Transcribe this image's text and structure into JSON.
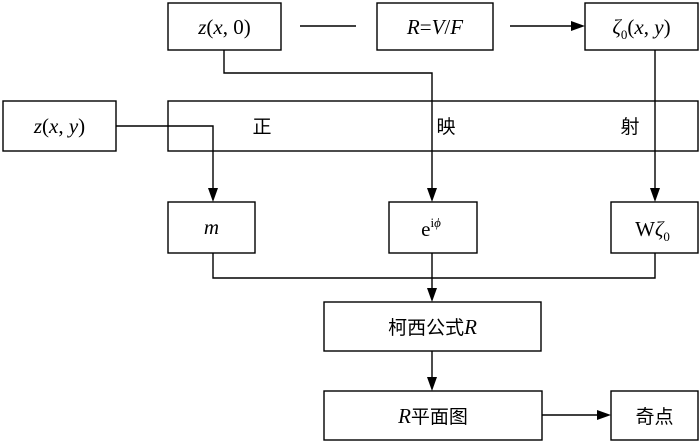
{
  "nodes": {
    "z_x0": {
      "parts": [
        "z",
        "(",
        "x",
        ", 0)"
      ]
    },
    "R_VF": {
      "parts": [
        "R",
        "=",
        "V",
        "/",
        "F"
      ]
    },
    "zeta0": {
      "parts": [
        "ζ",
        "0",
        "(",
        "x",
        ", ",
        "y",
        ")"
      ]
    },
    "z_xy": {
      "parts": [
        "z",
        "(",
        "x",
        ", ",
        "y",
        ")"
      ]
    },
    "forward_mapping": {
      "chars": [
        "正",
        "映",
        "射"
      ]
    },
    "m": {
      "label": "m"
    },
    "e_iphi": {
      "base": "e",
      "sup_i": "i",
      "sup_phi": "ϕ"
    },
    "W_zeta": {
      "base": "W",
      "zeta": "ζ",
      "sub": "0"
    },
    "cauchy": {
      "label": "柯西公式",
      "var": "R"
    },
    "r_plane": {
      "var": "R",
      "label": "平面图"
    },
    "singular": {
      "label": "奇点"
    }
  }
}
